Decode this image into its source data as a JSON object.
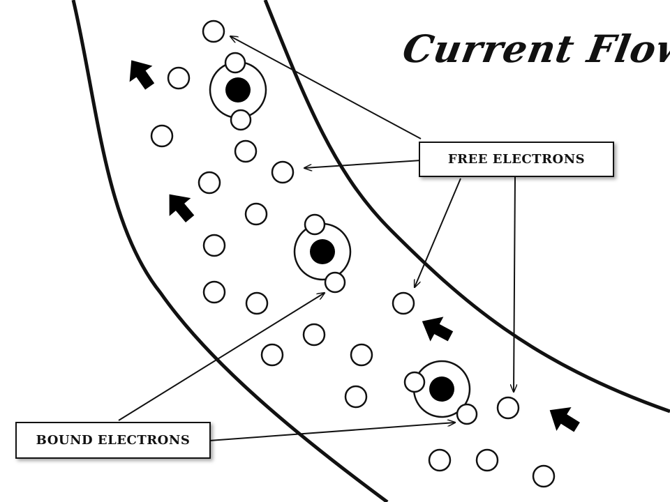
{
  "title": "Current Flow",
  "labels": {
    "free_electrons": "FREE ELECTRONS",
    "bound_electrons": "BOUND ELECTRONS"
  }
}
